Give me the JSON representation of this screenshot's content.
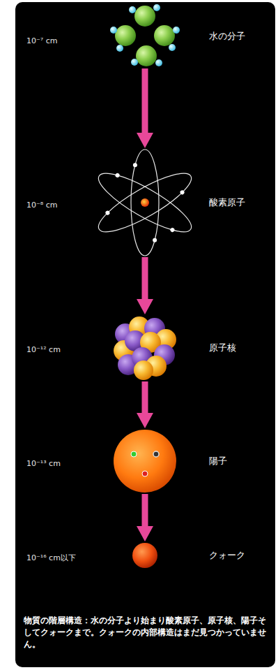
{
  "diagram": {
    "caption": "物質の階層構造：水の分子より始まり酸素原子、原子核、陽子そしてクォークまで。クォークの内部構造はまだ見つかっていません。",
    "nodes": [
      {
        "text": [
          "水の分子"
        ]
      },
      {
        "text": [
          "酸素原子"
        ]
      },
      {
        "text": [
          "原子核"
        ]
      },
      {
        "text": [
          "陽子"
        ]
      },
      {
        "text": [
          "クォーク"
        ]
      }
    ],
    "edges": [
      {
        "from": 0,
        "to": 1,
        "arrow": "to"
      },
      {
        "from": 1,
        "to": 2,
        "arrow": "to"
      },
      {
        "from": 2,
        "to": 3,
        "arrow": "to"
      },
      {
        "from": 3,
        "to": 4,
        "arrow": "to"
      }
    ],
    "labels": [
      "10⁻⁷ cm",
      "10⁻⁸ cm",
      "10⁻¹² cm",
      "10⁻¹³ cm",
      "10⁻¹⁶ cm以下"
    ]
  }
}
